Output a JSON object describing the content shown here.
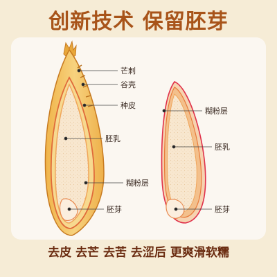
{
  "title": "创新技术 保留胚芽",
  "left_labels": {
    "awn": "芒刺",
    "husk": "谷壳",
    "seed_coat": "种皮",
    "endosperm": "胚乳",
    "aleurone": "糊粉层",
    "germ": "胚芽"
  },
  "right_labels": {
    "aleurone": "糊粉层",
    "endosperm": "胚乳",
    "germ": "胚芽"
  },
  "footer": "去皮 去芒 去苦 去涩后 更爽滑软糯",
  "colors": {
    "title": "#a8541a",
    "background": "#f6ecd6",
    "panel": "#fbf7f1",
    "husk": "#f2c26a",
    "seed_coat_line": "#e06a3a",
    "endosperm": "#f8e7cf",
    "footer_text": "#6a2b10"
  }
}
